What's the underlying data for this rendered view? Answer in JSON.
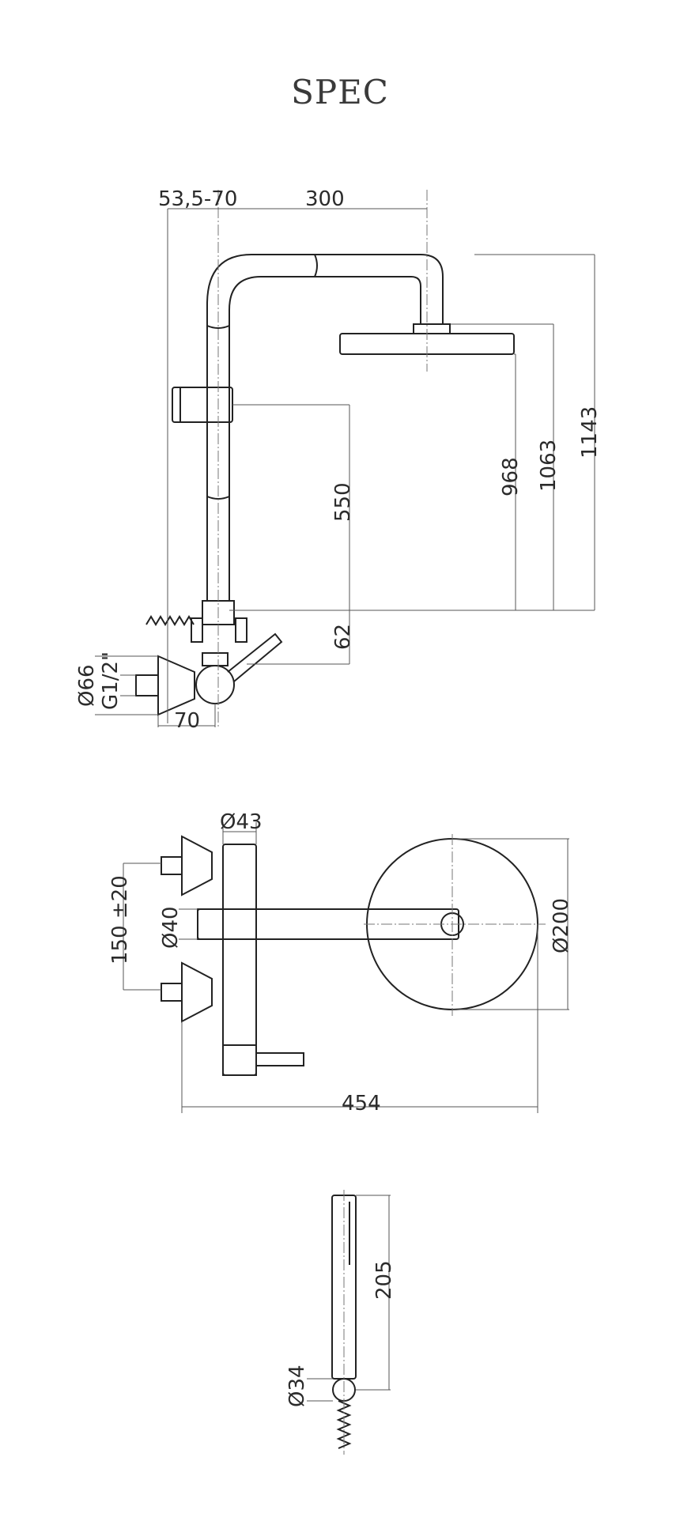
{
  "header": {
    "title": "SPEC"
  },
  "side_view": {
    "labels": {
      "offset": "53,5-70",
      "arm_length": "300",
      "height_head_bottom": "968",
      "height_head_top": "1063",
      "height_total": "1143",
      "slide_height": "550",
      "mixer_to_outlet": "62",
      "flange_diameter": "Ø66",
      "connection_thread": "G1/2\"",
      "depth": "70"
    }
  },
  "top_view": {
    "labels": {
      "bar_diameter": "Ø43",
      "arm_diameter": "Ø40",
      "inlet_spacing": "150 ±20",
      "head_diameter": "Ø200",
      "overall_width": "454"
    }
  },
  "hand_shower": {
    "labels": {
      "length": "205",
      "diameter": "Ø34"
    }
  },
  "colors": {
    "line": "#222222",
    "text": "#2b2b2b"
  }
}
